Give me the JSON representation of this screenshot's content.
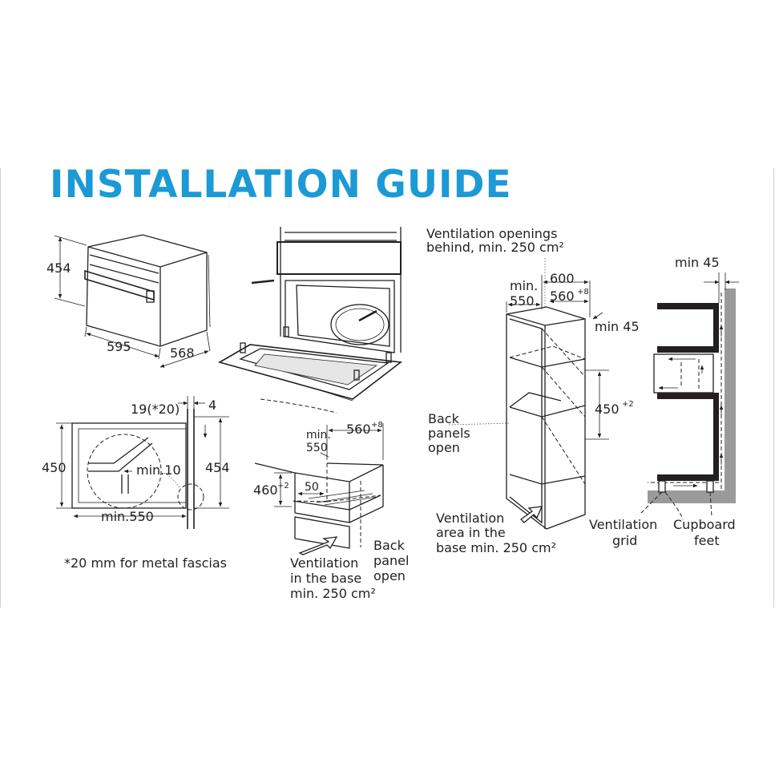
{
  "title": "INSTALLATION GUIDE",
  "colors": {
    "title": "#1b9ad6",
    "lines": "#231f20",
    "floor": "#9a9a9a"
  },
  "oven_dims": {
    "height": "454",
    "width": "595",
    "depth": "568"
  },
  "cross_section": {
    "top_a": "19(*20)",
    "top_b": "4",
    "height_left": "450",
    "height_right": "454",
    "gap": "min.10",
    "width": "min.550",
    "footnote": "*20 mm for metal fascias"
  },
  "under_counter": {
    "min_label": "min.",
    "min_value": "550",
    "width": "560",
    "width_tol": "+8",
    "height": "460",
    "height_tol": "+2",
    "depth": "50",
    "ventilation_lines": [
      "Ventilation",
      "in the base",
      "min. 250 cm²"
    ],
    "back_panel_lines": [
      "Back",
      "panel",
      "open"
    ]
  },
  "tall_cabinet": {
    "vent_behind_lines": [
      "Ventilation openings",
      "behind, min. 250 cm²"
    ],
    "depth_min_label": "min.",
    "depth_min_value": "550",
    "depth": "600",
    "width": "560",
    "width_tol": "+8",
    "side": "min 45",
    "niche": "450",
    "niche_tol": "+2",
    "back_panels_lines": [
      "Back",
      "panels",
      "open"
    ],
    "vent_area_lines": [
      "Ventilation",
      "area in the",
      "base min. 250 cm²"
    ]
  },
  "section": {
    "top": "min 45",
    "vent_grid_lines": [
      "Ventilation",
      "grid"
    ],
    "feet_lines": [
      "Cupboard",
      "feet"
    ]
  }
}
